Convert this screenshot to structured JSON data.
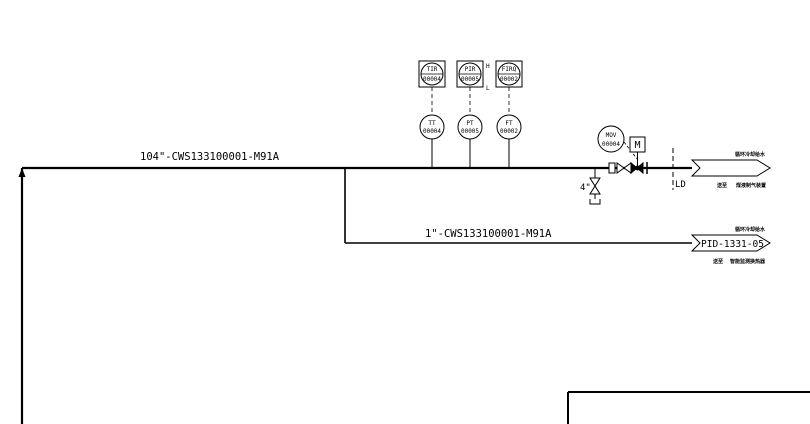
{
  "lines": {
    "main": "104\"-CWS133100001-M91A",
    "branch": "1\"-CWS133100001-M91A"
  },
  "panels": [
    {
      "tag": "TIR",
      "num": "00004"
    },
    {
      "tag": "PIR",
      "num": "00005"
    },
    {
      "tag": "FIRQ",
      "num": "00002"
    }
  ],
  "alarm_marks": {
    "high": "H",
    "low": "L"
  },
  "field_instruments": [
    {
      "tag": "TT",
      "num": "00004"
    },
    {
      "tag": "PT",
      "num": "00005"
    },
    {
      "tag": "FT",
      "num": "00002"
    }
  ],
  "valve": {
    "tag": "MOV",
    "num": "00004",
    "actuator": "M"
  },
  "drain": {
    "size": "4\""
  },
  "ld_label": "LD",
  "offpage": {
    "top": {
      "title": "循环冷却给水",
      "dest_prefix": "送至",
      "dest": "煤液制气装置"
    },
    "bottom": {
      "title": "循环冷却给水",
      "ref": "PID-1331-05",
      "dest_prefix": "送至",
      "dest": "智能监测换热器"
    }
  },
  "colors": {
    "line": "#000000",
    "background": "#ffffff"
  }
}
